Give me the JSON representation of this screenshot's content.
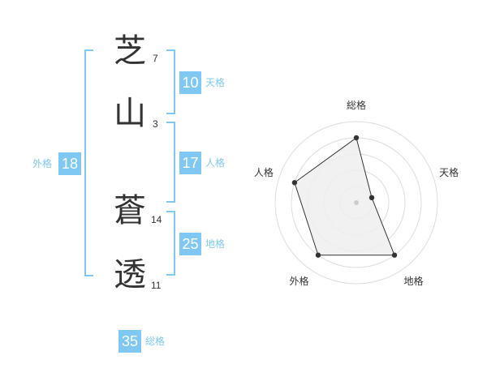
{
  "name": {
    "characters": [
      {
        "char": "芝",
        "strokes": "7"
      },
      {
        "char": "山",
        "strokes": "3"
      },
      {
        "char": "蒼",
        "strokes": "14"
      },
      {
        "char": "透",
        "strokes": "11"
      }
    ]
  },
  "kaku": {
    "tenkaku": {
      "value": "10",
      "label": "天格"
    },
    "jinkaku": {
      "value": "17",
      "label": "人格"
    },
    "chikaku": {
      "value": "25",
      "label": "地格"
    },
    "gaikaku": {
      "value": "18",
      "label": "外格"
    },
    "soukaku": {
      "value": "35",
      "label": "総格"
    }
  },
  "chart_data": {
    "type": "radar",
    "axes": [
      "総格",
      "天格",
      "地格",
      "外格",
      "人格"
    ],
    "values": [
      4,
      1,
      4,
      4,
      4
    ],
    "rmax": 5,
    "grid_rings": 5,
    "fill_color": "#eeeeee",
    "line_color": "#333333",
    "grid_color": "#dddddd",
    "accent_color": "#7fc8f4"
  }
}
